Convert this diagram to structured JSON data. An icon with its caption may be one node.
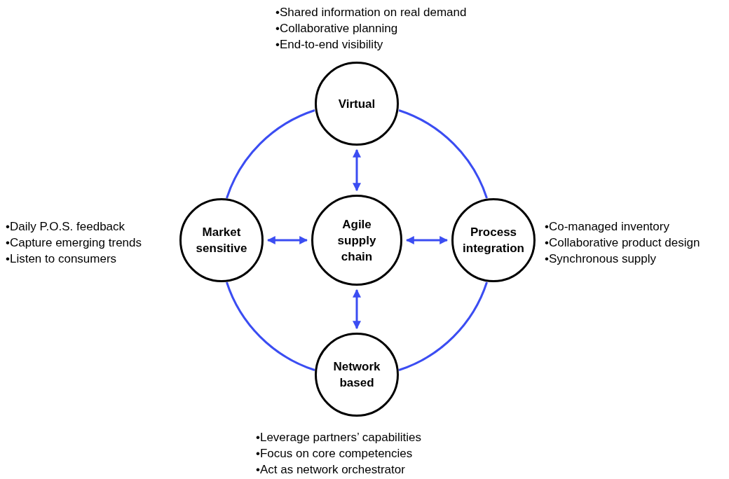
{
  "diagram": {
    "nodes": [
      {
        "text": [
          "Virtual"
        ],
        "beside": [
          "•Shared information on real demand",
          "•Collaborative planning",
          "•End-to-end visibility"
        ]
      },
      {
        "text": [
          "Market sensitive"
        ],
        "beside": [
          "•Daily P.O.S. feedback",
          "•Capture emerging trends",
          "•Listen to consumers"
        ]
      },
      {
        "text": [
          "Agile supply chain"
        ]
      },
      {
        "text": [
          "Process integration"
        ],
        "beside": [
          "•Co-managed inventory",
          "•Collaborative product design",
          "•Synchronous supply"
        ]
      },
      {
        "text": [
          "Network based"
        ],
        "beside": [
          "•Leverage partners’ capabilities",
          "•Focus on core competencies",
          "•Act as network orchestrator"
        ]
      }
    ],
    "edges": [
      {
        "from": 0,
        "to": 3,
        "arrow": "none"
      },
      {
        "from": 3,
        "to": 4,
        "arrow": "none"
      },
      {
        "from": 4,
        "to": 1,
        "arrow": "none"
      },
      {
        "from": 1,
        "to": 0,
        "arrow": "none"
      },
      {
        "from": 2,
        "to": 0,
        "arrow": "both"
      },
      {
        "from": 2,
        "to": 1,
        "arrow": "both"
      },
      {
        "from": 2,
        "to": 3,
        "arrow": "both"
      },
      {
        "from": 2,
        "to": 4,
        "arrow": "both"
      }
    ]
  }
}
